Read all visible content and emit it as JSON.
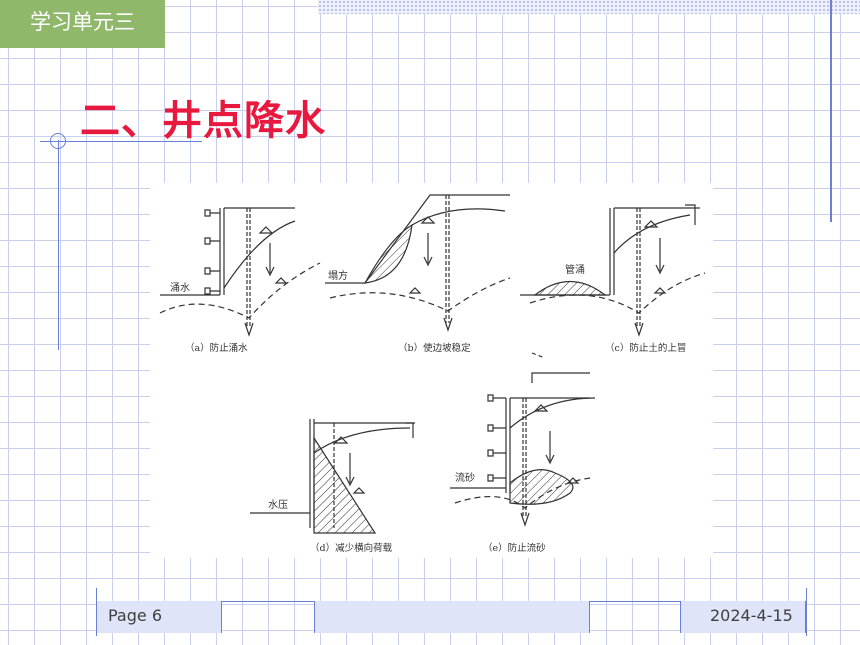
{
  "header": {
    "unit_tag": "学习单元三"
  },
  "slide": {
    "title": "二、井点降水"
  },
  "figure": {
    "labels": {
      "a_water": "涌水",
      "b_collapse": "塌方",
      "c_pipe": "管涌",
      "d_pressure": "水压",
      "e_sand": "流砂"
    },
    "captions": {
      "a": "（a）防止涌水",
      "b": "（b）使边坡稳定",
      "c": "（c）防止土的上冒",
      "d": "（d）减少横向荷载",
      "e": "（e）防止流砂"
    }
  },
  "footer": {
    "page": "Page 6",
    "date": "2024-4-15"
  },
  "colors": {
    "accent_red": "#e8183f",
    "tag_green": "#8fb86a",
    "grid_blue": "#6a7fd6"
  }
}
